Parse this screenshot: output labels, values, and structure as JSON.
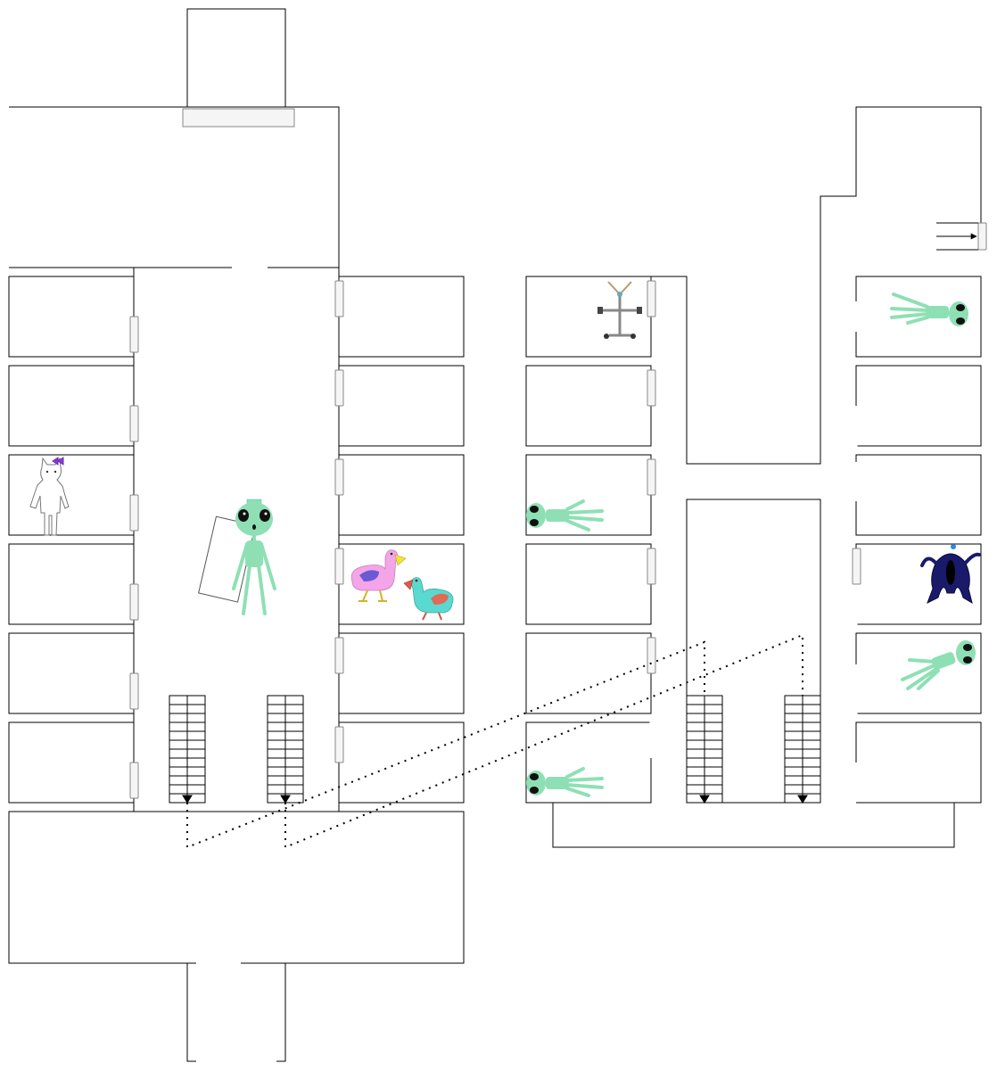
{
  "diagram": {
    "kind": "floor-plan",
    "text_labels": [],
    "colors": {
      "wall": "#000000",
      "door_fill": "#f5f5f5",
      "door_stroke": "#888888",
      "alien_body": "#8ee0b4",
      "alien_eye": "#111111",
      "cat_outline": "#666666",
      "cat_bow": "#8a3ad6",
      "bird_pink": "#f3a5e8",
      "bird_pink_wing": "#6a5ad6",
      "bird_teal": "#5ad9d0",
      "bird_teal_wing": "#e06a55",
      "beak_yellow": "#f2e23a",
      "beak_red": "#e05a4a",
      "monster_body": "#1a1a6a",
      "robot_gray": "#888888"
    },
    "characters": [
      {
        "name": "alien-standing",
        "room": "main-corridor"
      },
      {
        "name": "cat-creature",
        "room": "west-room-3"
      },
      {
        "name": "pink-bird",
        "room": "east-room-4"
      },
      {
        "name": "teal-bird",
        "room": "east-room-4"
      },
      {
        "name": "windmill-robot",
        "room": "wing-room-1"
      },
      {
        "name": "alien-lying",
        "room": "wing-room-3"
      },
      {
        "name": "alien-lying",
        "room": "wing-room-6"
      },
      {
        "name": "alien-lying",
        "room": "far-room-1"
      },
      {
        "name": "alien-lying",
        "room": "far-room-5"
      },
      {
        "name": "dark-monster",
        "room": "far-room-4"
      }
    ],
    "stairs": [
      {
        "name": "stair-west-1",
        "arrow": "down"
      },
      {
        "name": "stair-west-2",
        "arrow": "down"
      },
      {
        "name": "stair-east-1",
        "arrow": "down"
      },
      {
        "name": "stair-east-2",
        "arrow": "down"
      }
    ],
    "connections": [
      {
        "from": "stair-west-1",
        "to": "stair-east-1",
        "style": "dotted"
      },
      {
        "from": "stair-west-2",
        "to": "stair-east-2",
        "style": "dotted"
      }
    ],
    "exit_arrow": {
      "direction": "right"
    }
  }
}
